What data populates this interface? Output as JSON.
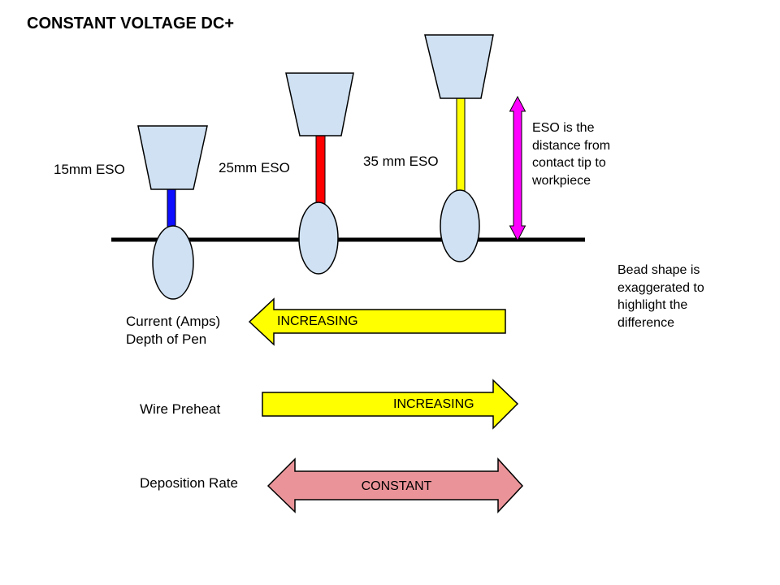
{
  "title": "CONSTANT VOLTAGE DC+",
  "colors": {
    "torch_fill": "#cfe1f3",
    "outline": "#000000",
    "workpiece_line": "#000000",
    "eso_arrow": "#ff00ff",
    "increasing_arrow": "#ffff00",
    "constant_arrow": "#ea9499"
  },
  "torches": [
    {
      "label": "15mm ESO",
      "wire_color": "#0d0dff"
    },
    {
      "label": "25mm ESO",
      "wire_color": "#ff0000"
    },
    {
      "label": "35 mm ESO",
      "wire_color": "#ffff00"
    }
  ],
  "annotations": {
    "eso_note": "ESO is the\ndistance from\ncontact tip to\nworkpiece",
    "bead_note": "Bead shape is\nexaggerated to\nhighlight the\ndifference"
  },
  "rows": [
    {
      "label": "Current (Amps)\nDepth of Pen",
      "arrow_label": "INCREASING"
    },
    {
      "label": "Wire Preheat",
      "arrow_label": "INCREASING"
    },
    {
      "label": "Deposition Rate",
      "arrow_label": "CONSTANT"
    }
  ]
}
